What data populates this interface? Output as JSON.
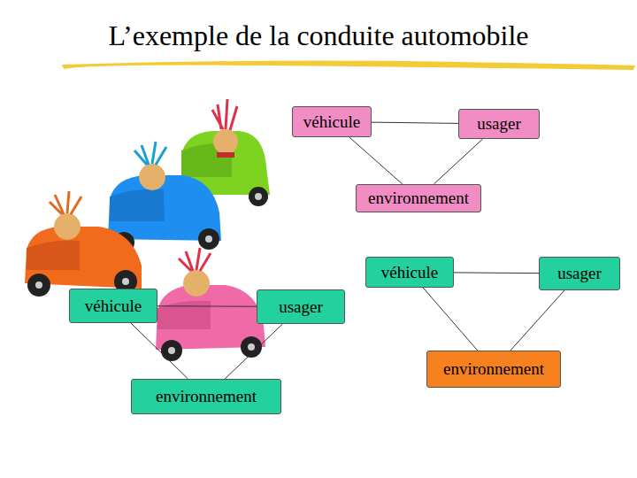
{
  "diagram": {
    "title": "L’exemple de la conduite automobile",
    "nodes": [
      {
        "text": [
          "véhicule"
        ]
      },
      {
        "text": [
          "usager"
        ]
      },
      {
        "text": [
          "environnement"
        ]
      },
      {
        "text": [
          "véhicule"
        ]
      },
      {
        "text": [
          "usager"
        ]
      },
      {
        "text": [
          "environnement"
        ]
      },
      {
        "text": [
          "véhicule"
        ]
      },
      {
        "text": [
          "usager"
        ]
      },
      {
        "text": [
          "environnement"
        ]
      }
    ],
    "edges": [
      {
        "from": 0,
        "to": 1,
        "arrow": "none"
      },
      {
        "from": 0,
        "to": 2,
        "arrow": "none"
      },
      {
        "from": 1,
        "to": 2,
        "arrow": "none"
      },
      {
        "from": 3,
        "to": 4,
        "arrow": "none"
      },
      {
        "from": 3,
        "to": 5,
        "arrow": "none"
      },
      {
        "from": 4,
        "to": 5,
        "arrow": "none"
      },
      {
        "from": 6,
        "to": 7,
        "arrow": "none"
      },
      {
        "from": 6,
        "to": 8,
        "arrow": "none"
      },
      {
        "from": 7,
        "to": 8,
        "arrow": "none"
      }
    ]
  }
}
